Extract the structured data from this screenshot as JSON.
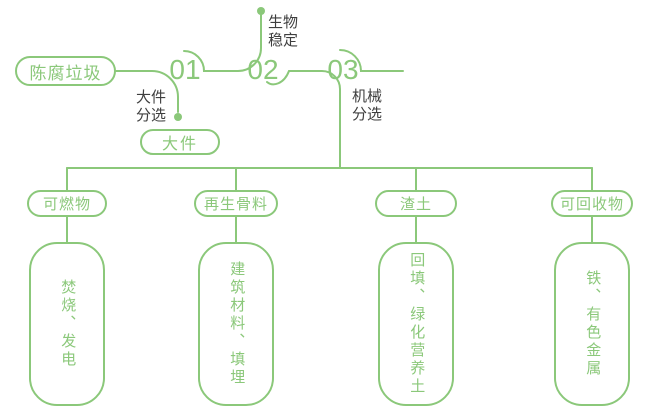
{
  "palette": {
    "line_green": "#8bc87a",
    "label_dark": "#3e3e3e",
    "background": "#ffffff"
  },
  "source": {
    "label": "陈腐垃圾"
  },
  "steps": [
    {
      "number": "01",
      "process": "大件分选",
      "output": "大件"
    },
    {
      "number": "02",
      "process": "生物稳定"
    },
    {
      "number": "03",
      "process": "机械分选"
    }
  ],
  "branches": [
    {
      "category": "可燃物",
      "result": "焚烧、发电"
    },
    {
      "category": "再生骨料",
      "result": "建筑材料、填埋"
    },
    {
      "category": "渣土",
      "result": "回填、绿化营养土"
    },
    {
      "category": "可回收物",
      "result": "铁、有色金属"
    }
  ]
}
